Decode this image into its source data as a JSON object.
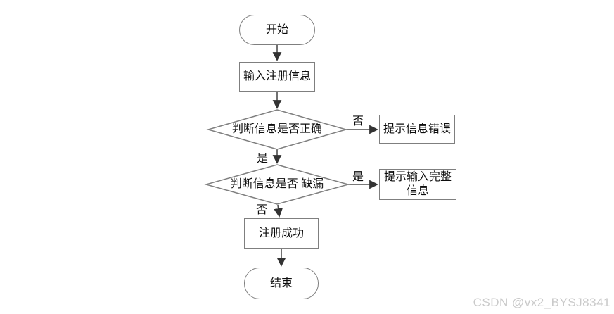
{
  "flowchart": {
    "nodes": {
      "start": {
        "label": "开始",
        "type": "terminator"
      },
      "input": {
        "label": "输入注册信息",
        "type": "process"
      },
      "check_correct": {
        "label": "判断信息是否正确",
        "type": "decision"
      },
      "error": {
        "label": "提示信息错误",
        "type": "process"
      },
      "check_missing": {
        "label": "判断信息是否 缺漏",
        "type": "decision"
      },
      "complete": {
        "label": "提示输入完整信息",
        "type": "process"
      },
      "success": {
        "label": "注册成功",
        "type": "process"
      },
      "end": {
        "label": "结束",
        "type": "terminator"
      }
    },
    "edge_labels": {
      "correct_no": "否",
      "correct_yes": "是",
      "missing_yes": "是",
      "missing_no": "否"
    },
    "colors": {
      "shape_border": "#7f7f7f",
      "connector_line": "#4d4d4d",
      "arrowhead": "#333333",
      "text": "#0d0d0d",
      "watermark": "#c9c9c9"
    }
  },
  "watermark": {
    "text": "CSDN @vx2_BYSJ8341"
  }
}
